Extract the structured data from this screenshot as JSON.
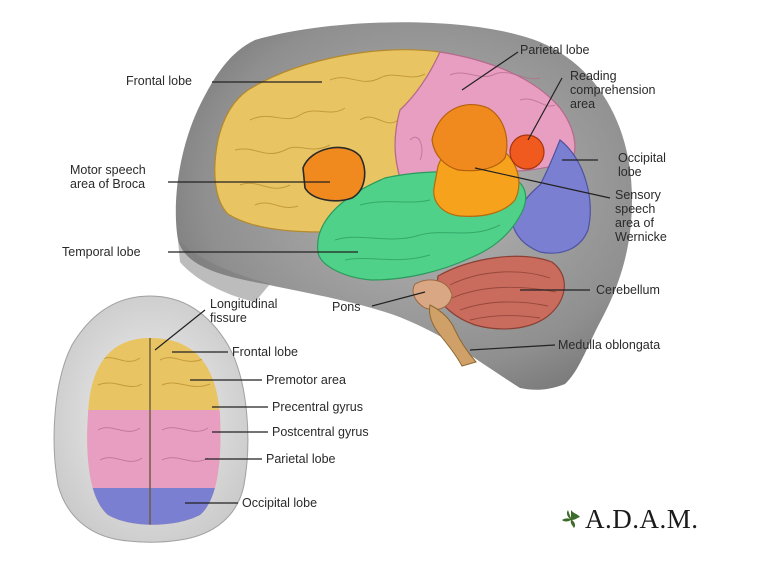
{
  "lateral_labels": {
    "frontal_lobe": "Frontal lobe",
    "parietal_lobe": "Parietal lobe",
    "reading_comprehension_area": "Reading\ncomprehension\narea",
    "occipital_lobe": "Occipital\nlobe",
    "motor_speech_area": "Motor speech\narea of Broca",
    "sensory_speech_area": "Sensory\nspeech\narea of\nWernicke",
    "temporal_lobe": "Temporal lobe",
    "cerebellum": "Cerebellum",
    "pons": "Pons",
    "medulla_oblongata": "Medulla oblongata"
  },
  "top_labels": {
    "longitudinal_fissure": "Longitudinal\nfissure",
    "frontal_lobe": "Frontal lobe",
    "premotor_area": "Premotor area",
    "precentral_gyrus": "Precentral gyrus",
    "postcentral_gyrus": "Postcentral gyrus",
    "parietal_lobe": "Parietal lobe",
    "occipital_lobe": "Occipital lobe"
  },
  "logo": {
    "text": "A.D.A.M."
  },
  "colors": {
    "frontal": "#e9c463",
    "parietal": "#e79ec0",
    "occipital": "#7b7fd1",
    "temporal": "#4fd18a",
    "broca": "#f18a1e",
    "wernicke": "#f6a21c",
    "reading": "#f05a1e",
    "cerebellum": "#c96b5d",
    "brainstem": "#cfa067",
    "head": "#8f8f8f"
  }
}
